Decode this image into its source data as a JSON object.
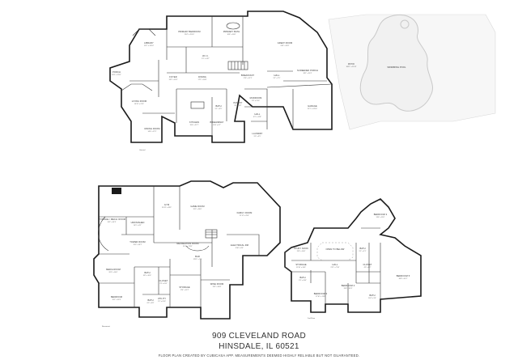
{
  "address": {
    "street": "909 CLEVELAND ROAD",
    "city": "HINSDALE, IL 60521"
  },
  "disclaimer": "FLOOR PLAN CREATED BY CUBICASA APP. MEASUREMENTS DEEMED HIGHLY RELIABLE BUT NOT GUARANTEED.",
  "main_floor": {
    "level_label": "Ground",
    "rooms": {
      "library": {
        "name": "LIBRARY",
        "dim": "15'2\" x 19'10\""
      },
      "primary_bedroom": {
        "name": "PRIMARY BEDROOM",
        "dim": "23'4\" x 15'10\""
      },
      "primary_bath": {
        "name": "PRIMARY BATH",
        "dim": "16'8\" x 10'6\""
      },
      "wic": {
        "name": "W.I.C.",
        "dim": "9'1\" x 14'7\""
      },
      "great_room": {
        "name": "GREAT ROOM",
        "dim": "24'4\" x 20'9\""
      },
      "porch": {
        "name": "PORCH",
        "dim": "15'8\" x 12'11\""
      },
      "foyer": {
        "name": "FOYER",
        "dim": "13'2\" x 13'4\""
      },
      "dining": {
        "name": "DINING",
        "dim": "17'1\" x 10'8\""
      },
      "breakfast": {
        "name": "BREAKFAST",
        "dim": "17'6\" x 12'1\""
      },
      "hall": {
        "name": "HALL",
        "dim": "9'1\" x 7'9\""
      },
      "screened_porch": {
        "name": "SCREENED PORCH",
        "dim": "18'1\" x 20'1\""
      },
      "patio": {
        "name": "PATIO",
        "dim": "182'1\" x 55'11\""
      },
      "swimming_pool": {
        "name": "SWIMMING POOL"
      },
      "living_room": {
        "name": "LIVING ROOM",
        "dim": "18'11\" x 21'5\""
      },
      "kitchen": {
        "name": "KITCHEN",
        "dim": "19'6\" x 21'7\""
      },
      "bath": {
        "name": "BATH",
        "dim": "5'1\" x 9'5\""
      },
      "pantry": {
        "name": "PANTRY",
        "dim": "8'3\" x 5'8\""
      },
      "mudroom": {
        "name": "MUDROOM",
        "dim": "9'3\" x 9'10\""
      },
      "garage": {
        "name": "GARAGE",
        "dim": "22'1\" x 31'10\""
      },
      "laundry": {
        "name": "LAUNDRY",
        "dim": "9'3\" x 9'5\""
      },
      "hall2": {
        "name": "HALL",
        "dim": "8'1\" x 12'8\""
      },
      "dining_room": {
        "name": "DINING ROOM",
        "dim": "14'6\" x 17'9\""
      },
      "breezeway": {
        "name": "BREEZEWAY",
        "dim": "4'10\" x 6'7\""
      }
    }
  },
  "lower_level": {
    "level_label": "Basement",
    "rooms": {
      "gym": {
        "name": "GYM",
        "dim": "20'11\" x 18'9\""
      },
      "game_room": {
        "name": "GAME ROOM",
        "dim": "19'5\" x 26'0\""
      },
      "family_room": {
        "name": "FAMILY ROOM",
        "dim": "21'11\" x 25'4\""
      },
      "storage_mech": {
        "name": "STORAGE / MECH. ROOM",
        "dim": "14'2\" x 14'3\""
      },
      "unfinished": {
        "name": "UNFINISHED",
        "dim": "14'5\" x 8'1\""
      },
      "tower_room": {
        "name": "TOWER ROOM",
        "dim": "15'9\" x 18'7\""
      },
      "recreation_room": {
        "name": "RECREATION ROOM",
        "dim": "29'1\" x 17'11\""
      },
      "electrical": {
        "name": "ELECTRICAL RM",
        "dim": "8'10\" x 8'4\""
      },
      "bar": {
        "name": "BAR",
        "dim": "12'11\" x 7'9\""
      },
      "bath": {
        "name": "BATH",
        "dim": "6'8\" x 10'0\""
      },
      "media": {
        "name": "MEDIA ROOM",
        "dim": "20'9\" x 16'0\""
      },
      "bedroom": {
        "name": "BEDROOM",
        "dim": "15'1\" x 13'3\""
      },
      "wine": {
        "name": "WINE ROOM",
        "dim": "13'2\" x 14'8\""
      },
      "storage": {
        "name": "STORAGE",
        "dim": "17'4\" x 11'2\""
      },
      "closet": {
        "name": "CLOSET",
        "dim": "7'8\" x 6'11\""
      },
      "utility": {
        "name": "UTILITY",
        "dim": "9'1\" x 6'10\""
      },
      "bath2": {
        "name": "BATH",
        "dim": "6'5\" x 9'8\""
      }
    }
  },
  "upper_level": {
    "level_label": "2nd Floor",
    "rooms": {
      "bedroom2": {
        "name": "BEDROOM 2",
        "dim": "13'6\" x 15'0\""
      },
      "study_nook": {
        "name": "STUDY NOOK",
        "dim": "11'9\" x 10'0\""
      },
      "open_to_below": {
        "name": "OPEN TO BELOW",
        "dim": ""
      },
      "hall": {
        "name": "HALL",
        "dim": "21'1\" x 7'10\""
      },
      "bath": {
        "name": "BATH",
        "dim": "9'1\" x 5'1\""
      },
      "storage": {
        "name": "STORAGE",
        "dim": "11'10\" x 10'6\""
      },
      "bath2": {
        "name": "BATH",
        "dim": "5'3\" x 10'4\""
      },
      "bedroom3": {
        "name": "BEDROOM 3",
        "dim": "17'10\" x 13'8\""
      },
      "bedroom4": {
        "name": "BEDROOM 4",
        "dim": "15'8\" x 14'3\""
      },
      "bedroom5": {
        "name": "BEDROOM 5",
        "dim": "16'8\" x 14'1\""
      },
      "bath3": {
        "name": "BATH",
        "dim": "10'4\" x 5'4\""
      },
      "closet": {
        "name": "CLOSET",
        "dim": "4'9\" x 8'2\""
      }
    }
  }
}
